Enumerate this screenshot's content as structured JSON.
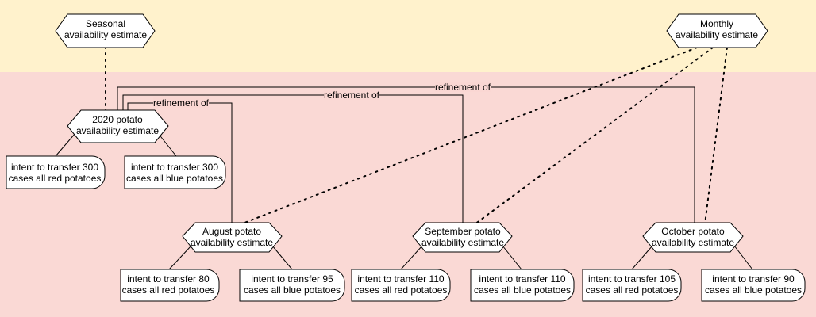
{
  "colors": {
    "top_band": "#fff2cc",
    "bottom_band": "#fad9d5",
    "node_fill": "#ffffff",
    "stroke": "#000000"
  },
  "nodes": {
    "seasonal": [
      "Seasonal",
      "availability estimate"
    ],
    "monthly": [
      "Monthly",
      "availability estimate"
    ],
    "estimate_2020": [
      "2020 potato",
      "availability estimate"
    ],
    "red_2020": [
      "intent to transfer 300",
      "cases all red potatoes"
    ],
    "blue_2020": [
      "intent to transfer 300",
      "cases all blue potatoes"
    ],
    "august": [
      "August potato",
      "availability estimate"
    ],
    "september": [
      "September potato",
      "availability estimate"
    ],
    "october": [
      "October potato",
      "availability estimate"
    ],
    "aug_red": [
      "intent to transfer 80",
      "cases all red potatoes"
    ],
    "aug_blue": [
      "intent to transfer 95",
      "cases all blue potatoes"
    ],
    "sep_red": [
      "intent to transfer 110",
      "cases all red potatoes"
    ],
    "sep_blue": [
      "intent to transfer 110",
      "cases all blue potatoes"
    ],
    "oct_red": [
      "intent to transfer 105",
      "cases all red potatoes"
    ],
    "oct_blue": [
      "intent to transfer 90",
      "cases all blue potatoes"
    ]
  },
  "edge_labels": {
    "august": "refinement of",
    "september": "refinement of",
    "october": "refinement of"
  }
}
